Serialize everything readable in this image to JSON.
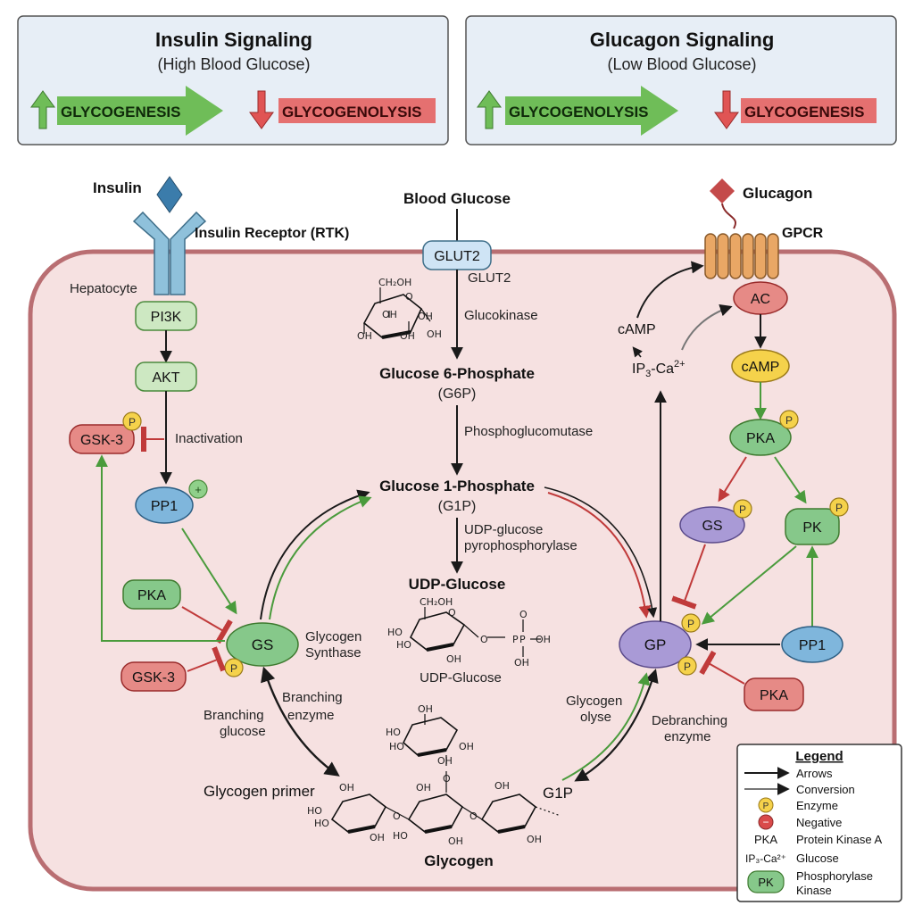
{
  "colors": {
    "cell_fill": "#f6e1e1",
    "cell_stroke": "#b96e72",
    "green_node": "#cde8c2",
    "blue_node": "#7fb6dc",
    "red_node": "#e68a86",
    "purple_node": "#a99ad6",
    "yellow_node": "#f5d24b",
    "activation": "#4a9b3c",
    "inhibition": "#c03a3a",
    "banner_green": "#6fbd58",
    "banner_red": "#e05454",
    "panel_fill": "#e7eef6"
  },
  "panels": {
    "insulin": {
      "title": "Insulin Signaling",
      "subtitle": "(High Blood Glucose)",
      "up_label": "GLYCOGENESIS",
      "down_label": "GLYCOGENOLYSIS"
    },
    "glucagon": {
      "title": "Glucagon Signaling",
      "subtitle": "(Low Blood Glucose)",
      "up_label": "GLYCOGENOLYSIS",
      "down_label": "GLYCOGENESIS"
    }
  },
  "labels": {
    "insulin": "Insulin",
    "insulin_receptor": "Insulin Receptor (RTK)",
    "hepatocyte": "Hepatocyte",
    "blood_glucose": "Blood Glucose",
    "glut2_box": "GLUT2",
    "glut2_side": "GLUT2",
    "glucokinase": "Glucokinase",
    "g6p": "Glucose 6-Phosphate",
    "g6p_abbr": "(G6P)",
    "phosphoglucomutase": "Phosphoglucomutase",
    "g1p": "Glucose 1-Phosphate",
    "g1p_abbr": "(G1P)",
    "udp_enzyme_1": "UDP-glucose",
    "udp_enzyme_2": "pyrophosphorylase",
    "udp_glucose_title": "UDP-Glucose",
    "udp_glucose_caption": "UDP-Glucose",
    "inactivation": "Inactivation",
    "glycogen_synthase_1": "Glycogen",
    "glycogen_synthase_2": "Synthase",
    "branching_enzyme_1": "Branching",
    "branching_enzyme_2": "enzyme",
    "branching_glucose_1": "Branching",
    "branching_glucose_2": "glucose",
    "glycogen_primer": "Glycogen primer",
    "glycogen": "Glycogen",
    "g1p_short": "G1P",
    "glycogen_olyse_1": "Glycogen",
    "glycogen_olyse_2": "olyse",
    "debranching_1": "Debranching",
    "debranching_2": "enzyme",
    "camp_left": "cAMP",
    "ip3_left": "IP",
    "ip3_sub": "3",
    "ip3_rest": "-Ca",
    "ip3_sup": "2+",
    "glucagon": "Glucagon",
    "gpcr": "GPCR"
  },
  "nodes": {
    "pi3k": "PI3K",
    "akt": "AKT",
    "gsk3_top": "GSK-3",
    "pp1_left": "PP1",
    "pka_left": "PKA",
    "gs": "GS",
    "gsk3_bottom": "GSK-3",
    "ac": "AC",
    "camp_right": "cAMP",
    "pka_right": "PKA",
    "gs_right": "GS",
    "pk": "PK",
    "gp": "GP",
    "pp1_right": "PP1",
    "pka_bottom": "PKA"
  },
  "badges": {
    "p": "P",
    "plus": "+"
  },
  "chem": {
    "ch2oh": "CH₂OH",
    "o": "O",
    "oh": "OH",
    "ho": "HO",
    "p": "P"
  },
  "legend": {
    "title": "Legend",
    "items": [
      {
        "key": "arrow",
        "symbol": "",
        "label": "Arrows"
      },
      {
        "key": "conversion",
        "symbol": "",
        "label": "Conversion"
      },
      {
        "key": "enzyme",
        "symbol": "P",
        "label": "Enzyme"
      },
      {
        "key": "negative",
        "symbol": "−",
        "label": "Negative"
      },
      {
        "key": "pka",
        "symbol": "PKA",
        "label": "Protein Kinase A"
      },
      {
        "key": "ip3",
        "symbol": "IP₃-Ca²⁺",
        "label": "Glucose"
      },
      {
        "key": "pk",
        "symbol": "PK",
        "label": "Phosphorylase",
        "label2": "Kinase"
      }
    ]
  }
}
